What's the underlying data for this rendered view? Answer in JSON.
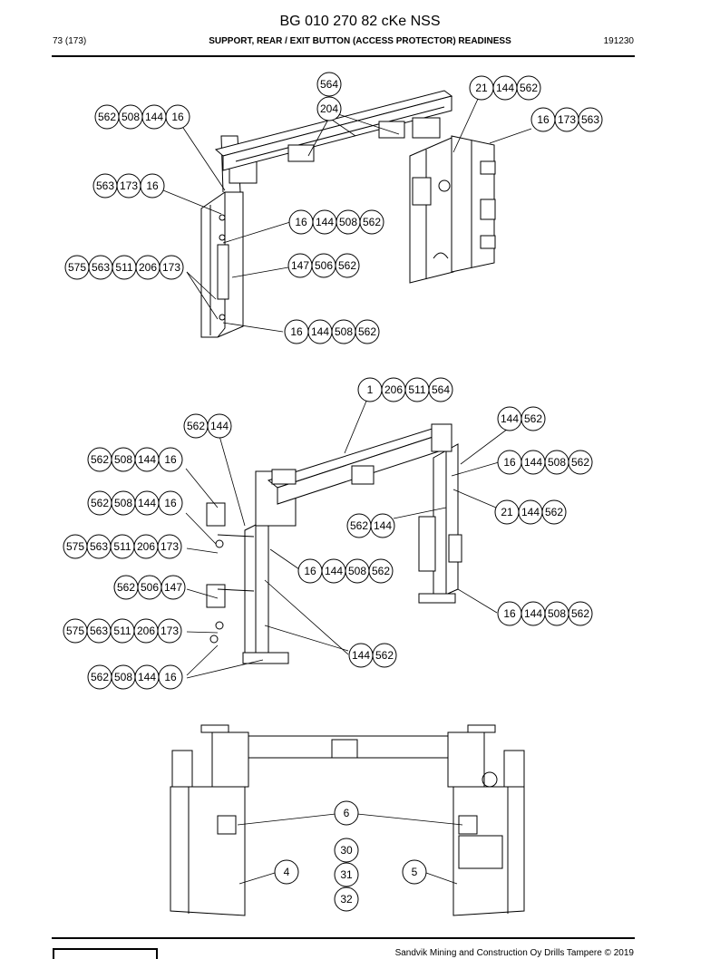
{
  "header": {
    "title": "BG 010 270 82 cKe NSS",
    "page_ref": "73 (173)",
    "section": "SUPPORT, REAR / EXIT BUTTON (ACCESS PROTECTOR) READINESS",
    "code": "191230"
  },
  "footer": {
    "copyright": "Sandvik Mining and Construction Oy Drills Tampere © 2019"
  },
  "callouts": [
    {
      "group": "v1-564",
      "items": [
        "564"
      ]
    },
    {
      "group": "v1-204",
      "items": [
        "204"
      ]
    },
    {
      "group": "v1-21",
      "items": [
        "21",
        "144",
        "562"
      ]
    },
    {
      "group": "v1-562a",
      "items": [
        "562",
        "508",
        "144",
        "16"
      ]
    },
    {
      "group": "v1-16a",
      "items": [
        "16",
        "173",
        "563"
      ]
    },
    {
      "group": "v1-563",
      "items": [
        "563",
        "173",
        "16"
      ]
    },
    {
      "group": "v1-16b",
      "items": [
        "16",
        "144",
        "508",
        "562"
      ]
    },
    {
      "group": "v1-575",
      "items": [
        "575",
        "563",
        "511",
        "206",
        "173"
      ]
    },
    {
      "group": "v1-147",
      "items": [
        "147",
        "506",
        "562"
      ]
    },
    {
      "group": "v1-16c",
      "items": [
        "16",
        "144",
        "508",
        "562"
      ]
    },
    {
      "group": "v2-1",
      "items": [
        "1",
        "206",
        "511",
        "564"
      ]
    },
    {
      "group": "v2-144a",
      "items": [
        "144",
        "562"
      ]
    },
    {
      "group": "v2-562a",
      "items": [
        "562",
        "144"
      ]
    },
    {
      "group": "v2-562b",
      "items": [
        "562",
        "508",
        "144",
        "16"
      ]
    },
    {
      "group": "v2-16a",
      "items": [
        "16",
        "144",
        "508",
        "562"
      ]
    },
    {
      "group": "v2-562c",
      "items": [
        "562",
        "508",
        "144",
        "16"
      ]
    },
    {
      "group": "v2-21",
      "items": [
        "21",
        "144",
        "562"
      ]
    },
    {
      "group": "v2-562d",
      "items": [
        "562",
        "144"
      ]
    },
    {
      "group": "v2-575a",
      "items": [
        "575",
        "563",
        "511",
        "206",
        "173"
      ]
    },
    {
      "group": "v2-16b",
      "items": [
        "16",
        "144",
        "508",
        "562"
      ]
    },
    {
      "group": "v2-562e",
      "items": [
        "562",
        "506",
        "147"
      ]
    },
    {
      "group": "v2-16c",
      "items": [
        "16",
        "144",
        "508",
        "562"
      ]
    },
    {
      "group": "v2-575b",
      "items": [
        "575",
        "563",
        "511",
        "206",
        "173"
      ]
    },
    {
      "group": "v2-144b",
      "items": [
        "144",
        "562"
      ]
    },
    {
      "group": "v2-562f",
      "items": [
        "562",
        "508",
        "144",
        "16"
      ]
    },
    {
      "group": "v3-6",
      "items": [
        "6"
      ]
    },
    {
      "group": "v3-30",
      "items": [
        "30"
      ]
    },
    {
      "group": "v3-4",
      "items": [
        "4"
      ]
    },
    {
      "group": "v3-31",
      "items": [
        "31"
      ]
    },
    {
      "group": "v3-5",
      "items": [
        "5"
      ]
    },
    {
      "group": "v3-32",
      "items": [
        "32"
      ]
    }
  ]
}
